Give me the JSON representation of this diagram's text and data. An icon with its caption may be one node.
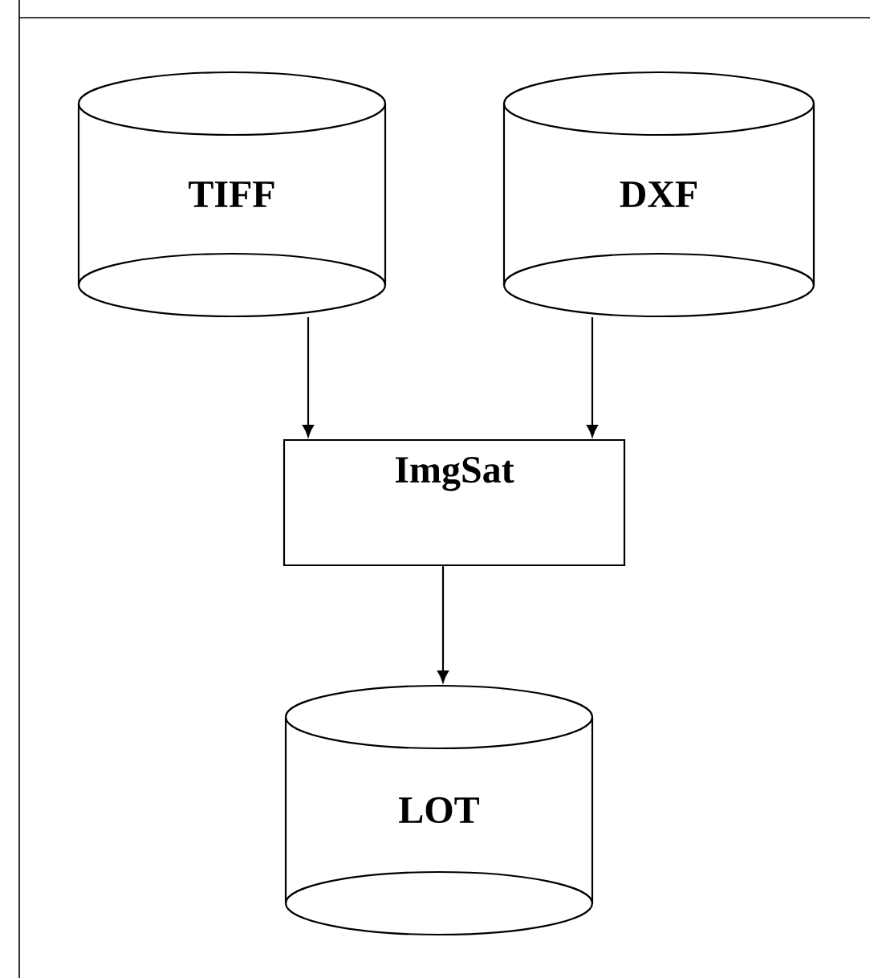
{
  "diagram": {
    "nodes": [
      {
        "text": [
          "TIFF"
        ]
      },
      {
        "text": [
          "DXF"
        ]
      },
      {
        "text": [
          "ImgSat"
        ]
      },
      {
        "text": [
          "LOT"
        ]
      }
    ],
    "edges": [
      {
        "from": 0,
        "to": 2,
        "arrow": "to"
      },
      {
        "from": 1,
        "to": 2,
        "arrow": "to"
      },
      {
        "from": 2,
        "to": 3,
        "arrow": "to"
      }
    ]
  }
}
